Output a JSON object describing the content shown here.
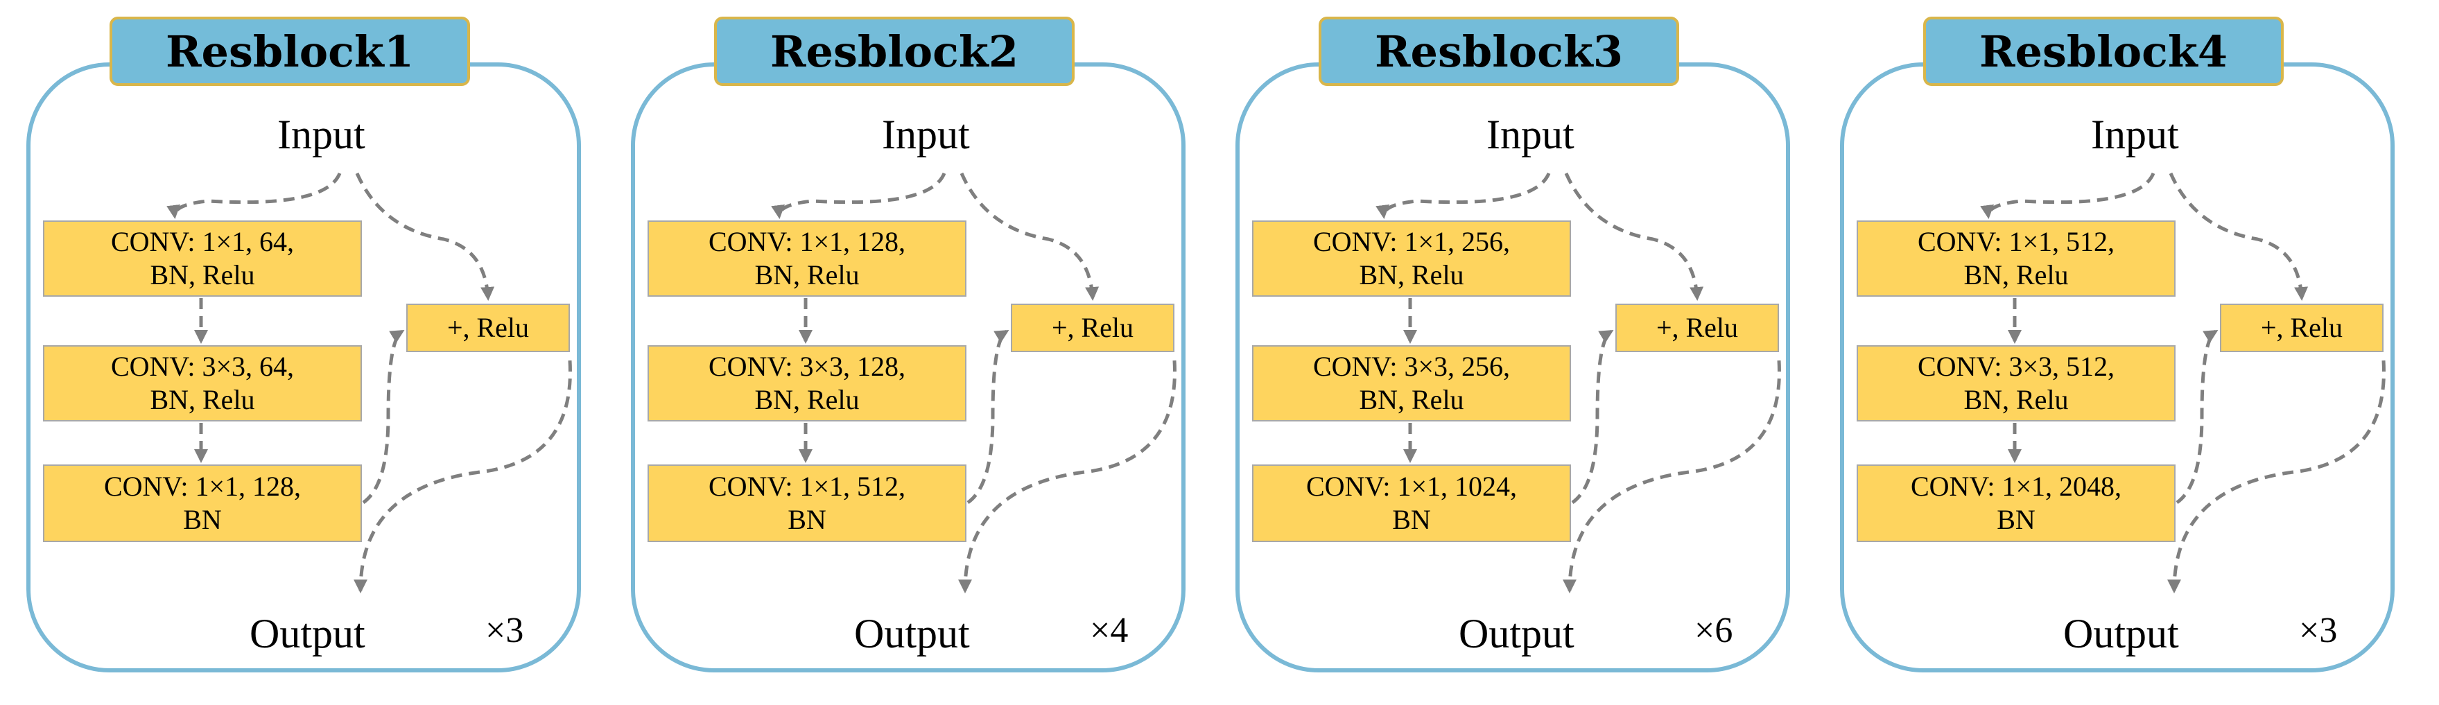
{
  "blocks": [
    {
      "title": "Resblock1",
      "input": "Input",
      "output": "Output",
      "repeat": "×3",
      "conv1": [
        "CONV: 1×1, 64,",
        "BN, Relu"
      ],
      "conv2": [
        "CONV: 3×3, 64,",
        "BN, Relu"
      ],
      "conv3": [
        "CONV: 1×1, 128,",
        "BN"
      ],
      "add": "+, Relu"
    },
    {
      "title": "Resblock2",
      "input": "Input",
      "output": "Output",
      "repeat": "×4",
      "conv1": [
        "CONV: 1×1, 128,",
        "BN, Relu"
      ],
      "conv2": [
        "CONV: 3×3, 128,",
        "BN, Relu"
      ],
      "conv3": [
        "CONV: 1×1, 512,",
        "BN"
      ],
      "add": "+, Relu"
    },
    {
      "title": "Resblock3",
      "input": "Input",
      "output": "Output",
      "repeat": "×6",
      "conv1": [
        "CONV: 1×1, 256,",
        "BN, Relu"
      ],
      "conv2": [
        "CONV: 3×3, 256,",
        "BN, Relu"
      ],
      "conv3": [
        "CONV: 1×1, 1024,",
        "BN"
      ],
      "add": "+, Relu"
    },
    {
      "title": "Resblock4",
      "input": "Input",
      "output": "Output",
      "repeat": "×3",
      "conv1": [
        "CONV: 1×1, 512,",
        "BN, Relu"
      ],
      "conv2": [
        "CONV: 3×3, 512,",
        "BN, Relu"
      ],
      "conv3": [
        "CONV: 1×1, 2048,",
        "BN"
      ],
      "add": "+, Relu"
    }
  ],
  "colors": {
    "frame": "#7ab9d6",
    "title_fill": "#74bcd9",
    "title_border": "#d9b64a",
    "box_fill": "#fed45e",
    "arrow": "#7f7f7f"
  }
}
